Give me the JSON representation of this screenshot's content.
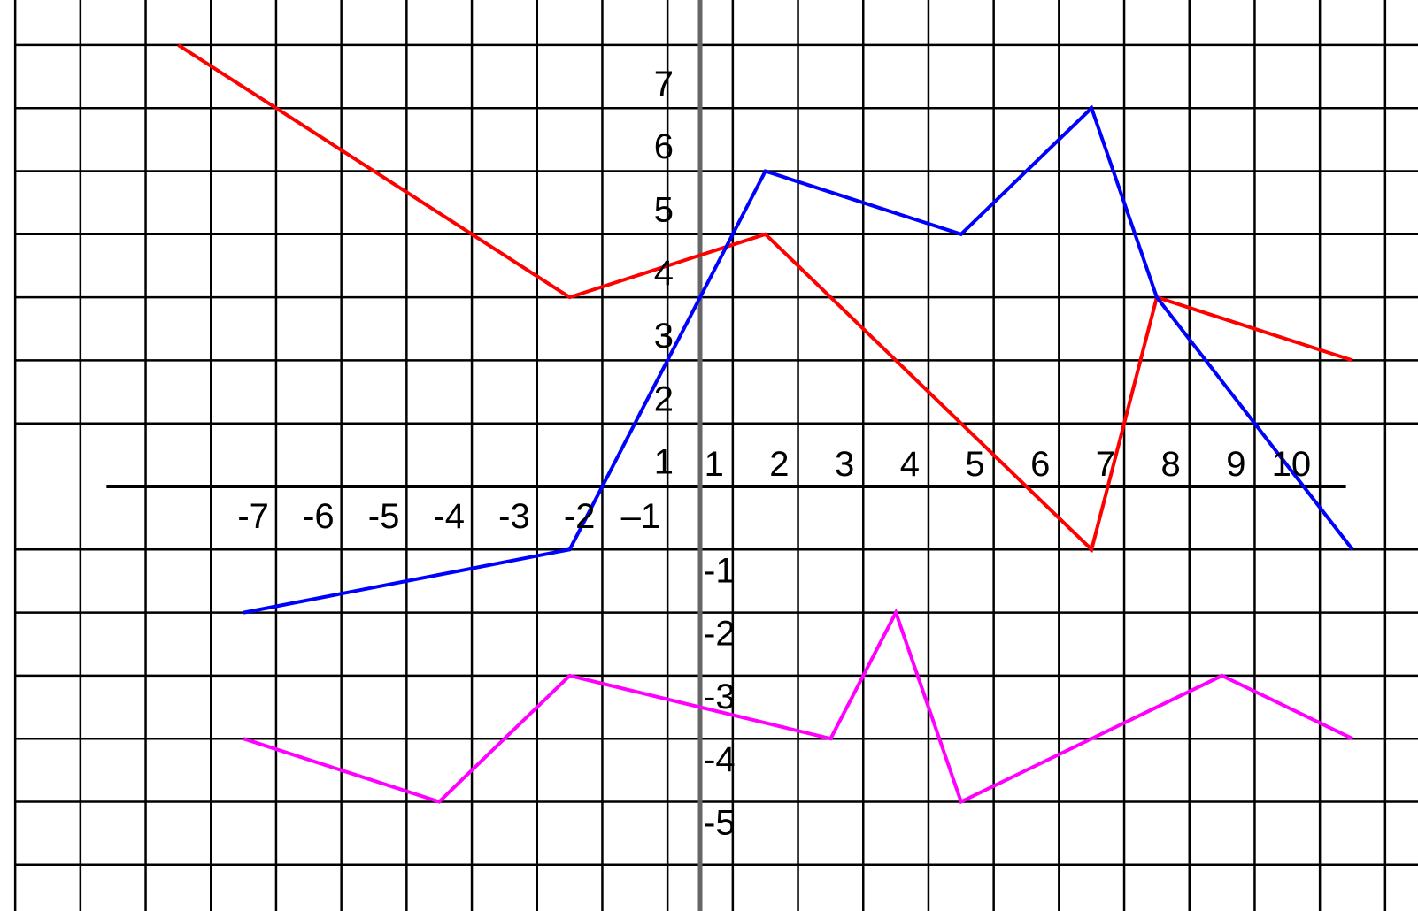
{
  "chart_data": {
    "type": "line",
    "title": "",
    "xlabel": "",
    "ylabel": "",
    "xlim": [
      -10.5,
      11
    ],
    "ylim": [
      -6.5,
      7.5
    ],
    "grid": true,
    "colors": {
      "grid": "#000000",
      "x_axis": "#000000",
      "y_axis": "#666666"
    },
    "x_tick_labels_positive": [
      "1",
      "2",
      "3",
      "4",
      "5",
      "6",
      "7",
      "8",
      "9",
      "10"
    ],
    "x_tick_labels_negative": [
      "-7",
      "-6",
      "-5",
      "-4",
      "-3",
      "-2",
      "–1"
    ],
    "y_tick_labels_positive": [
      "1",
      "2",
      "3",
      "4",
      "5",
      "6",
      "7"
    ],
    "y_tick_labels_negative": [
      "-1",
      "-2",
      "-3",
      "-4",
      "-5"
    ],
    "series": [
      {
        "color": "#ff0000",
        "points": [
          [
            -8,
            7
          ],
          [
            -2,
            3
          ],
          [
            1,
            4
          ],
          [
            6,
            -1
          ],
          [
            7,
            3
          ],
          [
            10,
            2
          ]
        ]
      },
      {
        "color": "#0000ff",
        "points": [
          [
            -7,
            -2
          ],
          [
            -2,
            -1
          ],
          [
            1,
            5
          ],
          [
            4,
            4
          ],
          [
            6,
            6
          ],
          [
            7,
            3
          ],
          [
            10,
            -1
          ]
        ]
      },
      {
        "color": "#ff00ff",
        "points": [
          [
            -7,
            -4
          ],
          [
            -4,
            -5
          ],
          [
            -2,
            -3
          ],
          [
            2,
            -4
          ],
          [
            3,
            -2
          ],
          [
            4,
            -5
          ],
          [
            8,
            -3
          ],
          [
            10,
            -4
          ]
        ]
      }
    ]
  }
}
